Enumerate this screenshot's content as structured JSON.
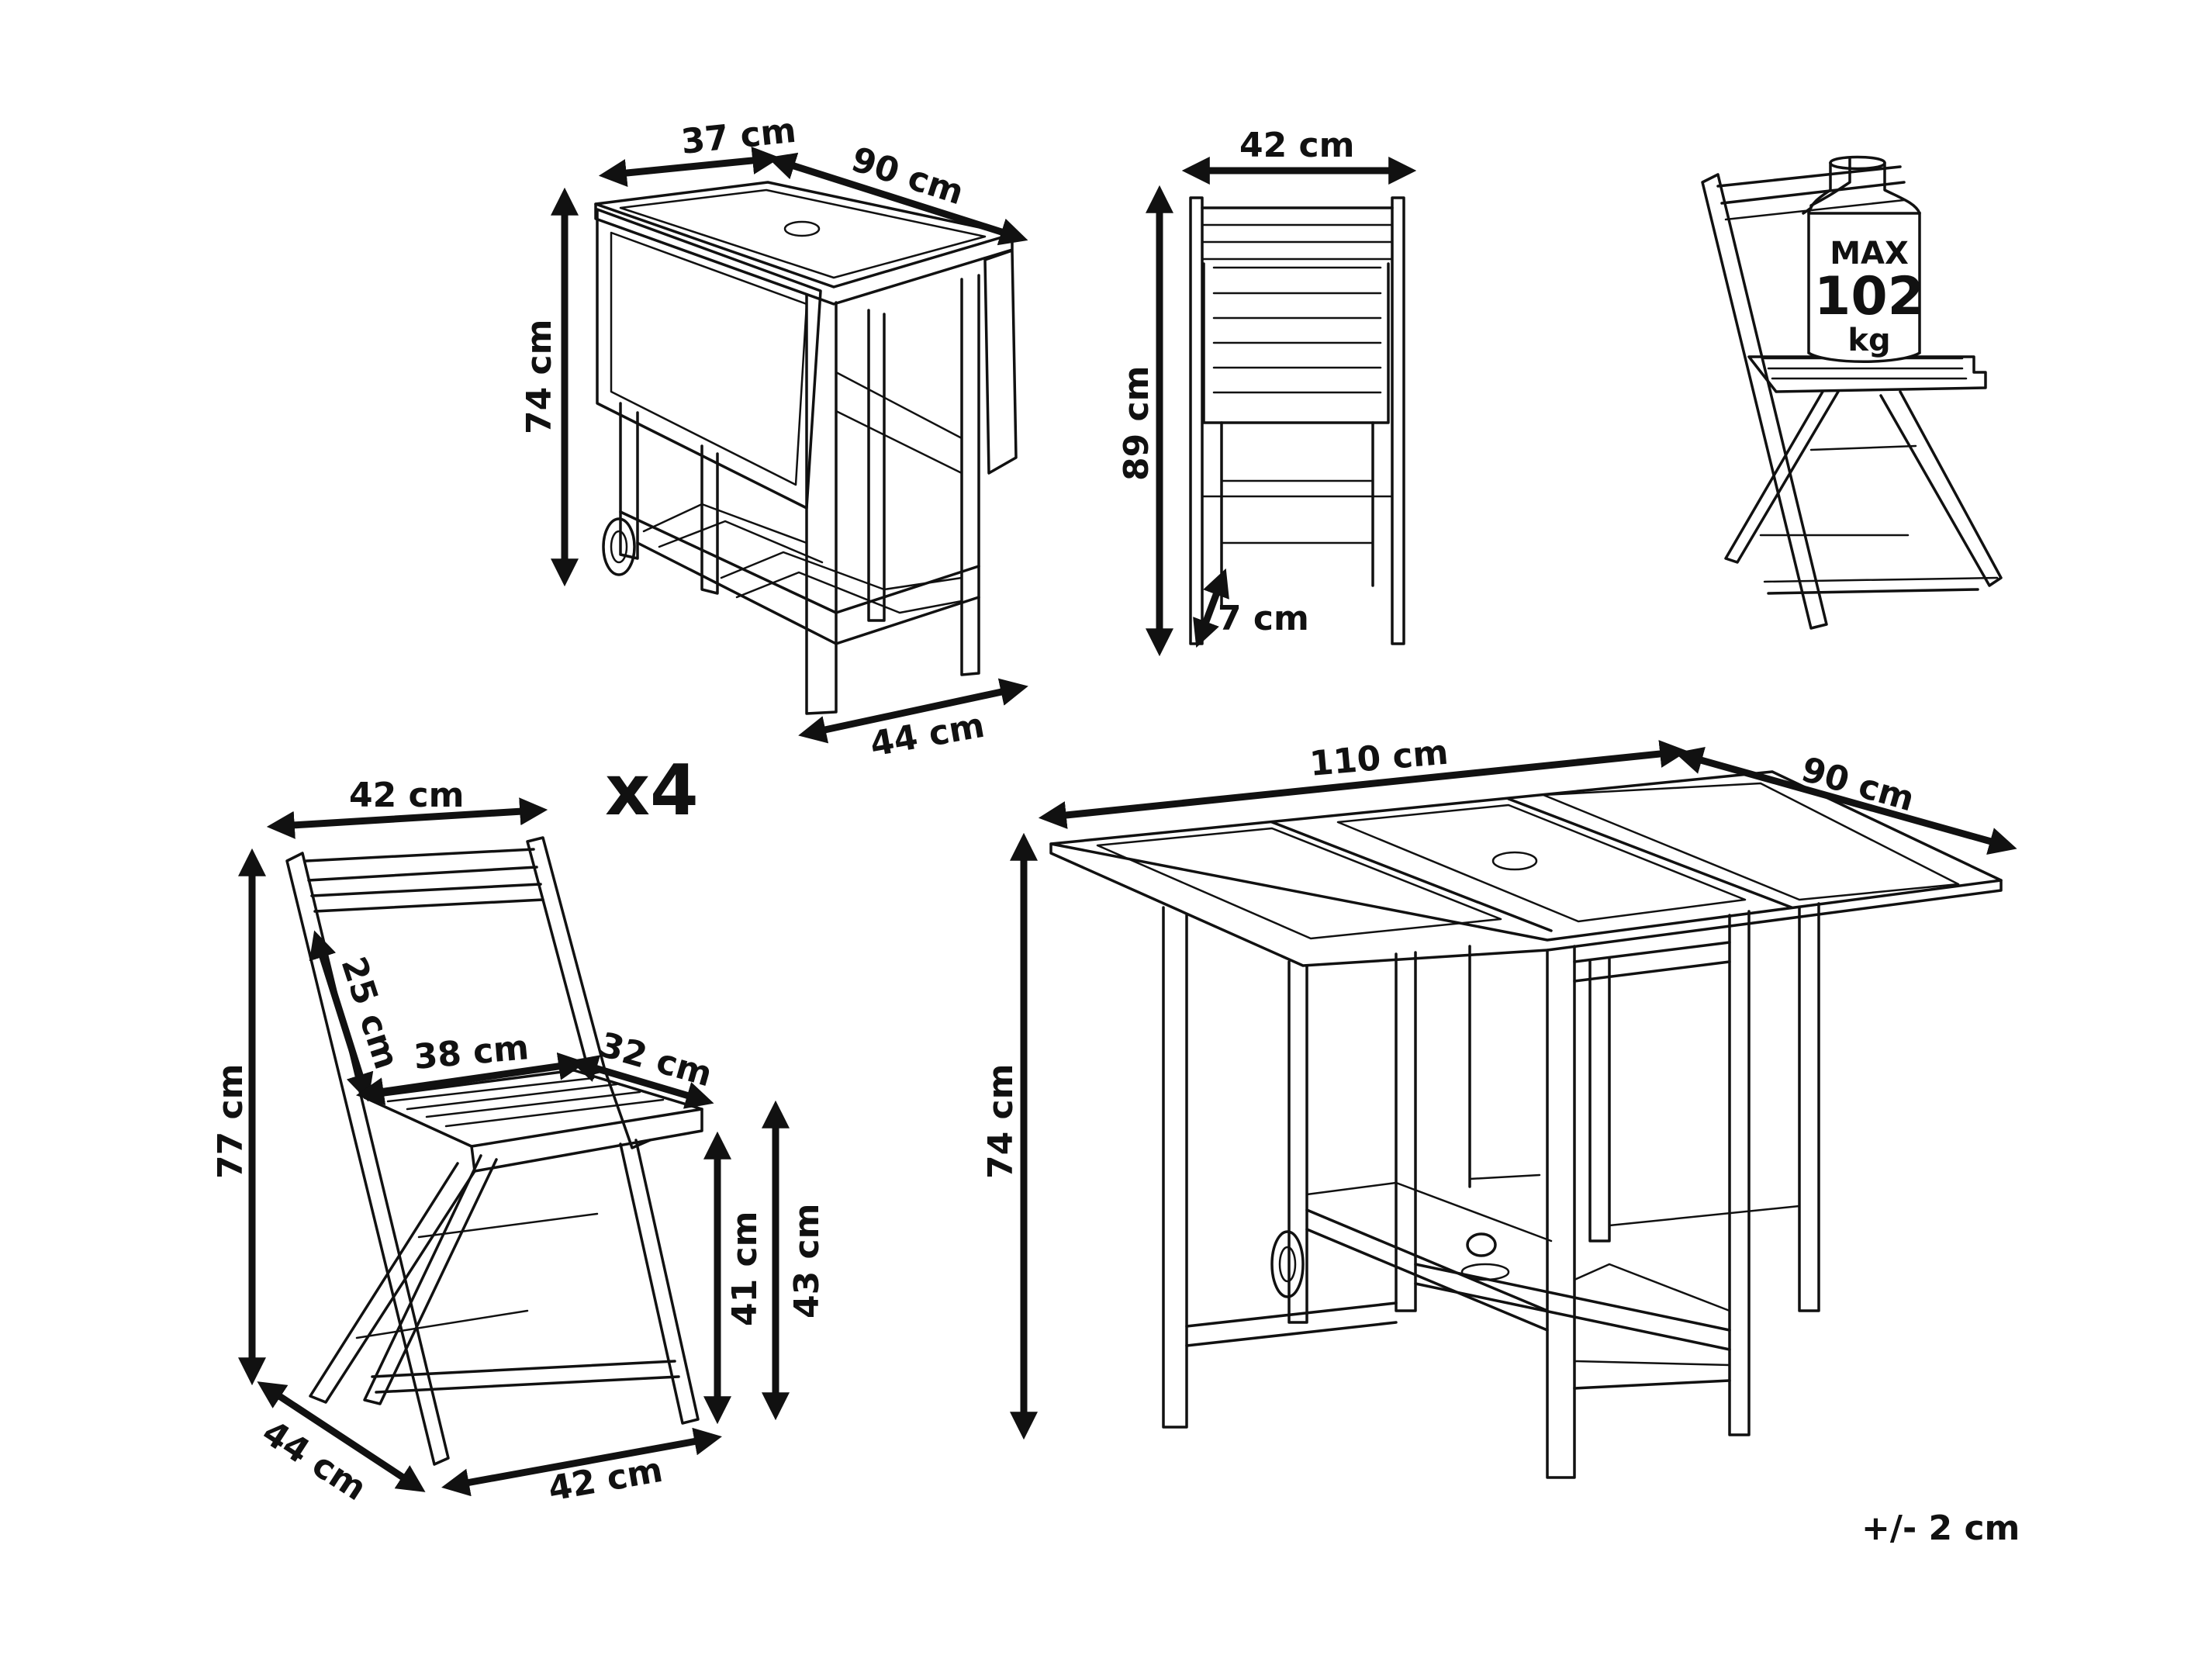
{
  "drop_leaf_table_folded": {
    "depth": "37 cm",
    "length": "90 cm",
    "height": "74 cm",
    "width": "44 cm"
  },
  "folded_chair_side": {
    "width": "42 cm",
    "height": "89 cm",
    "thickness": "7 cm"
  },
  "weight_capacity": {
    "line1": "MAX",
    "line2": "102",
    "line3": "kg"
  },
  "chair_quantity": "x4",
  "open_chair": {
    "width_top": "42 cm",
    "backrest_height": "25 cm",
    "seat_width": "38 cm",
    "seat_depth": "32 cm",
    "total_height": "77 cm",
    "seat_height_front": "41 cm",
    "seat_height_back": "43 cm",
    "depth_bottom": "44 cm",
    "width_bottom": "42 cm"
  },
  "open_table": {
    "length": "110 cm",
    "width": "90 cm",
    "height": "74 cm"
  },
  "tolerance": "+/- 2 cm"
}
